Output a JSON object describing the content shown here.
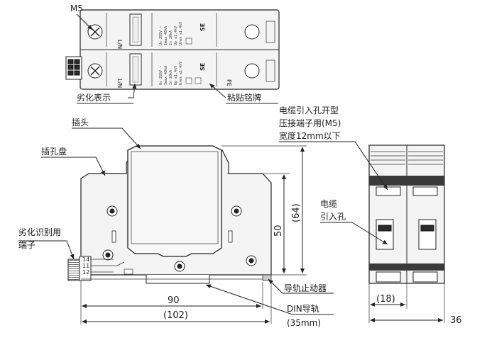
{
  "labels": {
    "m5": "M5",
    "degrade_display": "劣化表示",
    "nameplate": "粘贴铭牌",
    "plug": "插头",
    "socket_base": "插孔盘",
    "degrade_terminal_line1": "劣化识别用",
    "degrade_terminal_line2": "端子",
    "cable_hole_line1": "电缆引入孔开型",
    "cable_hole_line2": "压接端子用(M5)",
    "cable_hole_line3": "宽度12mm以下",
    "cable_entry_line1": "电缆",
    "cable_entry_line2": "引入孔",
    "rail_stopper": "导轨止动器",
    "din_rail_line1": "DIN导轨",
    "din_rail_line2": "(35mm)"
  },
  "module_top": {
    "ln_label": "L/N",
    "ratings": [
      "Uc  255V ~",
      "Imax 40kA",
      "In  20kA",
      "Up  ≤1.4kV",
      "Ures ≤1.4kV"
    ],
    "brand": "SE"
  },
  "module_bottom": {
    "ln_label": "L/N",
    "pe_label": "PE",
    "ratings": [
      "Uc  255V ~",
      "Imax 40kA",
      "In  20kA",
      "Up  ≤1.4kV",
      "Ures ≤1.4kV"
    ],
    "brand": "SE"
  },
  "terminals": {
    "t14": "14",
    "t11": "11",
    "t12": "12"
  },
  "dimensions": {
    "height_50": "50",
    "height_64": "(64)",
    "width_90": "90",
    "width_102": "(102)",
    "side_18": "(18)",
    "side_36": "36"
  }
}
